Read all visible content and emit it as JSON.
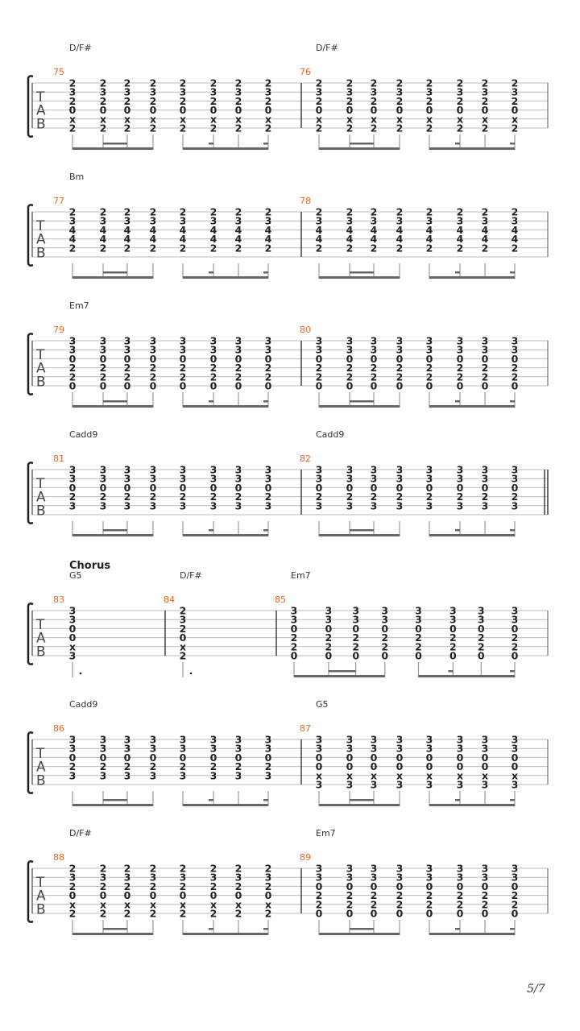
{
  "tab_letters": [
    "T",
    "A",
    "B"
  ],
  "page_number": "5/7",
  "colors": {
    "measure_number": "#f26522",
    "staff_line": "#bbbbbb"
  },
  "systems": [
    {
      "measures": [
        {
          "number": "75",
          "chord": "D/F#",
          "notes": [
            [
              "2",
              "3",
              "2",
              "0",
              "x",
              "2"
            ],
            [
              "2",
              "3",
              "2",
              "0",
              "x",
              "2"
            ],
            [
              "2",
              "3",
              "2",
              "0",
              "x",
              "2"
            ],
            [
              "2",
              "3",
              "2",
              "0",
              "x",
              "2"
            ],
            [
              "2",
              "3",
              "2",
              "0",
              "x",
              "2"
            ],
            [
              "2",
              "3",
              "2",
              "0",
              "x",
              "2"
            ],
            [
              "2",
              "3",
              "2",
              "0",
              "x",
              "2"
            ],
            [
              "2",
              "3",
              "2",
              "0",
              "x",
              "2"
            ]
          ]
        },
        {
          "number": "76",
          "chord": "D/F#",
          "notes": [
            [
              "2",
              "3",
              "2",
              "0",
              "x",
              "2"
            ],
            [
              "2",
              "3",
              "2",
              "0",
              "x",
              "2"
            ],
            [
              "2",
              "3",
              "2",
              "0",
              "x",
              "2"
            ],
            [
              "2",
              "3",
              "2",
              "0",
              "x",
              "2"
            ],
            [
              "2",
              "3",
              "2",
              "0",
              "x",
              "2"
            ],
            [
              "2",
              "3",
              "2",
              "0",
              "x",
              "2"
            ],
            [
              "2",
              "3",
              "2",
              "0",
              "x",
              "2"
            ],
            [
              "2",
              "3",
              "2",
              "0",
              "x",
              "2"
            ]
          ]
        }
      ]
    },
    {
      "measures": [
        {
          "number": "77",
          "chord": "Bm",
          "notes": [
            [
              "2",
              "3",
              "4",
              "4",
              "2",
              ""
            ],
            [
              "2",
              "3",
              "4",
              "4",
              "2",
              ""
            ],
            [
              "2",
              "3",
              "4",
              "4",
              "2",
              ""
            ],
            [
              "2",
              "3",
              "4",
              "4",
              "2",
              ""
            ],
            [
              "2",
              "3",
              "4",
              "4",
              "2",
              ""
            ],
            [
              "2",
              "3",
              "4",
              "4",
              "2",
              ""
            ],
            [
              "2",
              "3",
              "4",
              "4",
              "2",
              ""
            ],
            [
              "2",
              "3",
              "4",
              "4",
              "2",
              ""
            ]
          ]
        },
        {
          "number": "78",
          "chord": "",
          "notes": [
            [
              "2",
              "3",
              "4",
              "4",
              "2",
              ""
            ],
            [
              "2",
              "3",
              "4",
              "4",
              "2",
              ""
            ],
            [
              "2",
              "3",
              "4",
              "4",
              "2",
              ""
            ],
            [
              "2",
              "3",
              "4",
              "4",
              "2",
              ""
            ],
            [
              "2",
              "3",
              "4",
              "4",
              "2",
              ""
            ],
            [
              "2",
              "3",
              "4",
              "4",
              "2",
              ""
            ],
            [
              "2",
              "3",
              "4",
              "4",
              "2",
              ""
            ],
            [
              "2",
              "3",
              "4",
              "4",
              "2",
              ""
            ]
          ]
        }
      ]
    },
    {
      "measures": [
        {
          "number": "79",
          "chord": "Em7",
          "notes": [
            [
              "3",
              "3",
              "0",
              "2",
              "2",
              "0"
            ],
            [
              "3",
              "3",
              "0",
              "2",
              "2",
              "0"
            ],
            [
              "3",
              "3",
              "0",
              "2",
              "2",
              "0"
            ],
            [
              "3",
              "3",
              "0",
              "2",
              "2",
              "0"
            ],
            [
              "3",
              "3",
              "0",
              "2",
              "2",
              "0"
            ],
            [
              "3",
              "3",
              "0",
              "2",
              "2",
              "0"
            ],
            [
              "3",
              "3",
              "0",
              "2",
              "2",
              "0"
            ],
            [
              "3",
              "3",
              "0",
              "2",
              "2",
              "0"
            ]
          ]
        },
        {
          "number": "80",
          "chord": "",
          "notes": [
            [
              "3",
              "3",
              "0",
              "2",
              "2",
              "0"
            ],
            [
              "3",
              "3",
              "0",
              "2",
              "2",
              "0"
            ],
            [
              "3",
              "3",
              "0",
              "2",
              "2",
              "0"
            ],
            [
              "3",
              "3",
              "0",
              "2",
              "2",
              "0"
            ],
            [
              "3",
              "3",
              "0",
              "2",
              "2",
              "0"
            ],
            [
              "3",
              "3",
              "0",
              "2",
              "2",
              "0"
            ],
            [
              "3",
              "3",
              "0",
              "2",
              "2",
              "0"
            ],
            [
              "3",
              "3",
              "0",
              "2",
              "2",
              "0"
            ]
          ]
        }
      ]
    },
    {
      "measures": [
        {
          "number": "81",
          "chord": "Cadd9",
          "notes": [
            [
              "3",
              "3",
              "0",
              "2",
              "3",
              ""
            ],
            [
              "3",
              "3",
              "0",
              "2",
              "3",
              ""
            ],
            [
              "3",
              "3",
              "0",
              "2",
              "3",
              ""
            ],
            [
              "3",
              "3",
              "0",
              "2",
              "3",
              ""
            ],
            [
              "3",
              "3",
              "0",
              "2",
              "3",
              ""
            ],
            [
              "3",
              "3",
              "0",
              "2",
              "3",
              ""
            ],
            [
              "3",
              "3",
              "0",
              "2",
              "3",
              ""
            ],
            [
              "3",
              "3",
              "0",
              "2",
              "3",
              ""
            ]
          ]
        },
        {
          "number": "82",
          "chord": "Cadd9",
          "notes": [
            [
              "3",
              "3",
              "0",
              "2",
              "3",
              ""
            ],
            [
              "3",
              "3",
              "0",
              "2",
              "3",
              ""
            ],
            [
              "3",
              "3",
              "0",
              "2",
              "3",
              ""
            ],
            [
              "3",
              "3",
              "0",
              "2",
              "3",
              ""
            ],
            [
              "3",
              "3",
              "0",
              "2",
              "3",
              ""
            ],
            [
              "3",
              "3",
              "0",
              "2",
              "3",
              ""
            ],
            [
              "3",
              "3",
              "0",
              "2",
              "3",
              ""
            ],
            [
              "3",
              "3",
              "0",
              "2",
              "3",
              ""
            ]
          ]
        }
      ]
    },
    {
      "section": "Chorus",
      "measures": [
        {
          "number": "83",
          "chord": "G5",
          "notes": [
            [
              "3",
              "3",
              "0",
              "0",
              "x",
              "3"
            ]
          ]
        },
        {
          "number": "84",
          "chord": "D/F#",
          "notes": [
            [
              "2",
              "3",
              "2",
              "0",
              "x",
              "2"
            ]
          ]
        },
        {
          "number": "85",
          "chord": "Em7",
          "notes": [
            [
              "3",
              "3",
              "0",
              "2",
              "2",
              "0"
            ],
            [
              "3",
              "3",
              "0",
              "2",
              "2",
              "0"
            ],
            [
              "3",
              "3",
              "0",
              "2",
              "2",
              "0"
            ],
            [
              "3",
              "3",
              "0",
              "2",
              "2",
              "0"
            ],
            [
              "3",
              "3",
              "0",
              "2",
              "2",
              "0"
            ],
            [
              "3",
              "3",
              "0",
              "2",
              "2",
              "0"
            ],
            [
              "3",
              "3",
              "0",
              "2",
              "2",
              "0"
            ],
            [
              "3",
              "3",
              "0",
              "2",
              "2",
              "0"
            ]
          ]
        }
      ]
    },
    {
      "measures": [
        {
          "number": "86",
          "chord": "Cadd9",
          "notes": [
            [
              "3",
              "3",
              "0",
              "2",
              "3",
              ""
            ],
            [
              "3",
              "3",
              "0",
              "2",
              "3",
              ""
            ],
            [
              "3",
              "3",
              "0",
              "2",
              "3",
              ""
            ],
            [
              "3",
              "3",
              "0",
              "2",
              "3",
              ""
            ],
            [
              "3",
              "3",
              "0",
              "2",
              "3",
              ""
            ],
            [
              "3",
              "3",
              "0",
              "2",
              "3",
              ""
            ],
            [
              "3",
              "3",
              "0",
              "2",
              "3",
              ""
            ],
            [
              "3",
              "3",
              "0",
              "2",
              "3",
              ""
            ]
          ]
        },
        {
          "number": "87",
          "chord": "G5",
          "notes": [
            [
              "3",
              "3",
              "0",
              "0",
              "x",
              "3"
            ],
            [
              "3",
              "3",
              "0",
              "0",
              "x",
              "3"
            ],
            [
              "3",
              "3",
              "0",
              "0",
              "x",
              "3"
            ],
            [
              "3",
              "3",
              "0",
              "0",
              "x",
              "3"
            ],
            [
              "3",
              "3",
              "0",
              "0",
              "x",
              "3"
            ],
            [
              "3",
              "3",
              "0",
              "0",
              "x",
              "3"
            ],
            [
              "3",
              "3",
              "0",
              "0",
              "x",
              "3"
            ],
            [
              "3",
              "3",
              "0",
              "0",
              "x",
              "3"
            ]
          ]
        }
      ]
    },
    {
      "measures": [
        {
          "number": "88",
          "chord": "D/F#",
          "notes": [
            [
              "2",
              "3",
              "2",
              "0",
              "x",
              "2"
            ],
            [
              "2",
              "3",
              "2",
              "0",
              "x",
              "2"
            ],
            [
              "2",
              "3",
              "2",
              "0",
              "x",
              "2"
            ],
            [
              "2",
              "3",
              "2",
              "0",
              "x",
              "2"
            ],
            [
              "2",
              "3",
              "2",
              "0",
              "x",
              "2"
            ],
            [
              "2",
              "3",
              "2",
              "0",
              "x",
              "2"
            ],
            [
              "2",
              "3",
              "2",
              "0",
              "x",
              "2"
            ],
            [
              "2",
              "3",
              "2",
              "0",
              "x",
              "2"
            ]
          ]
        },
        {
          "number": "89",
          "chord": "Em7",
          "notes": [
            [
              "3",
              "3",
              "0",
              "2",
              "2",
              "0"
            ],
            [
              "3",
              "3",
              "0",
              "2",
              "2",
              "0"
            ],
            [
              "3",
              "3",
              "0",
              "2",
              "2",
              "0"
            ],
            [
              "3",
              "3",
              "0",
              "2",
              "2",
              "0"
            ],
            [
              "3",
              "3",
              "0",
              "2",
              "2",
              "0"
            ],
            [
              "3",
              "3",
              "0",
              "2",
              "2",
              "0"
            ],
            [
              "3",
              "3",
              "0",
              "2",
              "2",
              "0"
            ],
            [
              "3",
              "3",
              "0",
              "2",
              "2",
              "0"
            ]
          ]
        }
      ]
    }
  ]
}
